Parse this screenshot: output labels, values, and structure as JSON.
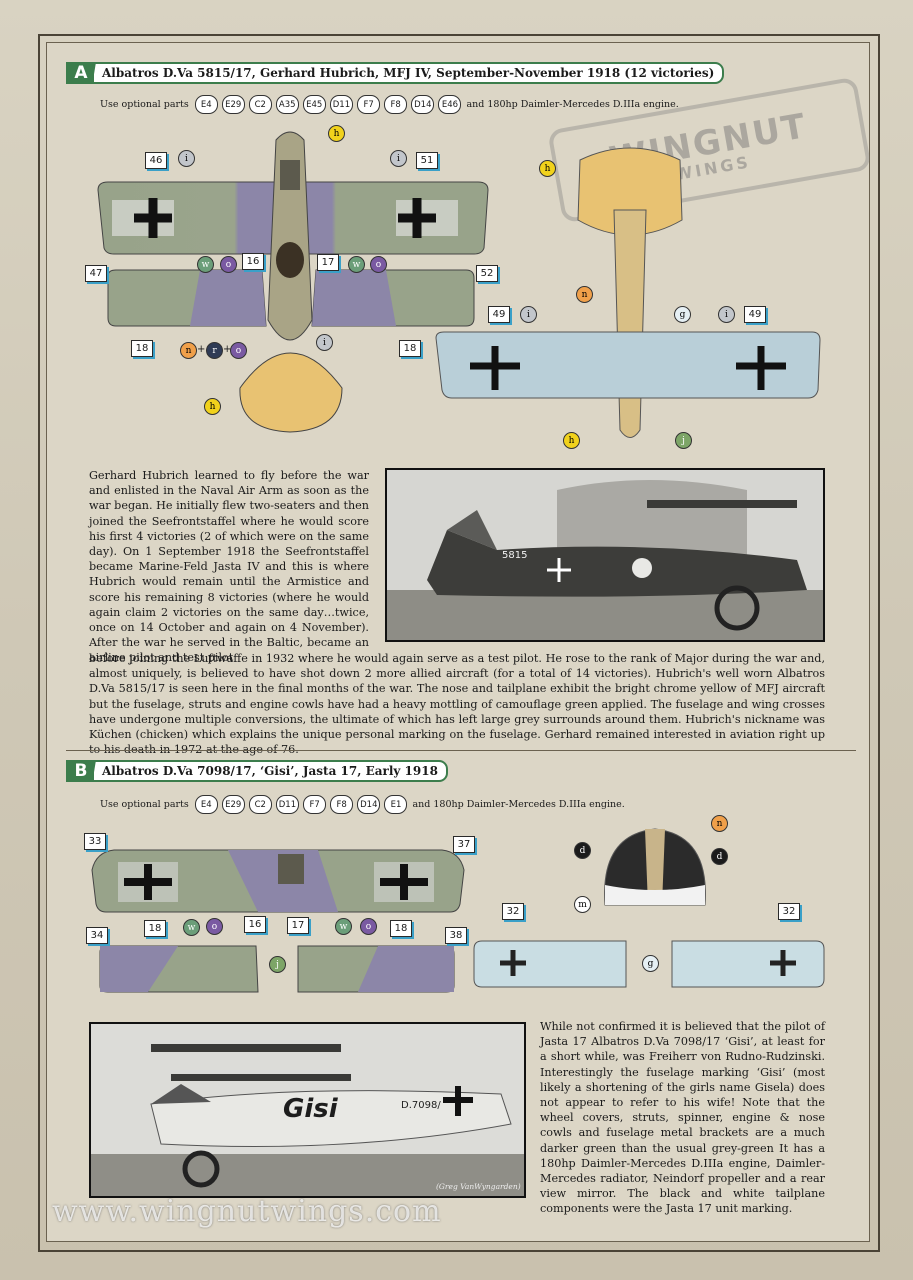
{
  "watermark": "www.wingnutwings.com",
  "stamp": {
    "line1": "WINGNUT",
    "line2": "WINGS"
  },
  "sectionA": {
    "letter": "A",
    "title": "Albatros D.Va 5815/17, Gerhard Hubrich, MFJ IV, September-November 1918 (12 victories)",
    "parts_label": "Use optional parts",
    "parts": [
      "E4",
      "E29",
      "C2",
      "A35",
      "E45",
      "D11",
      "F7",
      "F8",
      "D14",
      "E46"
    ],
    "parts_tail": "and 180hp Daimler-Mercedes D.IIIa engine.",
    "numbers": {
      "n46": "46",
      "n51": "51",
      "n47": "47",
      "n52": "52",
      "n16": "16",
      "n17": "17",
      "n18a": "18",
      "n18b": "18",
      "n49a": "49",
      "n49b": "49"
    },
    "drops": {
      "h": "h",
      "i": "i",
      "w": "w",
      "o": "o",
      "n": "n",
      "r": "r",
      "g": "g",
      "j": "j",
      "plus": "+"
    },
    "text_top": "Gerhard Hubrich learned to fly before the war and enlisted in the Naval Air Arm as soon as the war began. He initially flew two-seaters and then joined the Seefrontstaffel where he would score his first 4 victories (2 of which were on the same day). On 1 September 1918 the Seefrontstaffel became Marine-Feld Jasta IV and this is where Hubrich would remain until the Armistice and score his remaining 8 victories (where he would again claim 2 victories on the same day…twice, once on 14 October and again on 4 November). After the war he served in the Baltic, became an airline pilot and test pilot",
    "text_bottom": "before joining the Luftwaffe in 1932 where he would again serve as a test pilot. He rose to the rank of Major during the war and, almost uniquely, is believed to have shot down 2 more allied aircraft (for a total of 14 victories). Hubrich's well worn Albatros D.Va 5815/17 is seen here in the final months of the war. The nose and tailplane exhibit the bright chrome yellow of MFJ aircraft but the fuselage, struts and engine cowls have had a heavy mottling of camouflage green applied. The fuselage and wing crosses have undergone multiple conversions, the ultimate of which has left large grey surrounds around them. Hubrich's nickname was Küchen (chicken) which explains the unique personal marking on the fuselage. Gerhard remained interested in aviation right up to his death in 1972 at the age of 76.",
    "photo_serial": "5815"
  },
  "sectionB": {
    "letter": "B",
    "title": "Albatros D.Va 7098/17, ‘Gisi’, Jasta 17, Early 1918",
    "parts_label": "Use optional parts",
    "parts": [
      "E4",
      "E29",
      "C2",
      "D11",
      "F7",
      "F8",
      "D14",
      "E1"
    ],
    "parts_tail": "and 180hp Daimler-Mercedes D.IIIa engine.",
    "numbers": {
      "n33": "33",
      "n37": "37",
      "n34": "34",
      "n38": "38",
      "n16": "16",
      "n17": "17",
      "n18a": "18",
      "n18b": "18",
      "n32a": "32",
      "n32b": "32"
    },
    "drops": {
      "w": "w",
      "o": "o",
      "j": "j",
      "n": "n",
      "d": "d",
      "m": "m",
      "g": "g"
    },
    "text": "While not confirmed it is believed that the pilot of Jasta 17 Albatros D.Va 7098/17 ‘Gisi’, at least for a short while, was Freiherr von Rudno-Rudzinski. Interestingly the fuselage marking ‘Gisi’ (most likely a shortening of the girls name Gisela) does not appear to refer to his wife! Note that the wheel covers, struts, spinner, engine & nose cowls and fuselage metal brackets are a much darker green than the usual grey-green It has a 180hp Daimler-Mercedes D.IIIa engine, Daimler-Mercedes radiator, Neindorf propeller and a rear view mirror. The black and white tailplane components were the Jasta 17 unit marking.",
    "photo_marking": "Gisi",
    "photo_serial": "D.7098/",
    "photo_credit": "(Greg VanWyngarden)"
  }
}
